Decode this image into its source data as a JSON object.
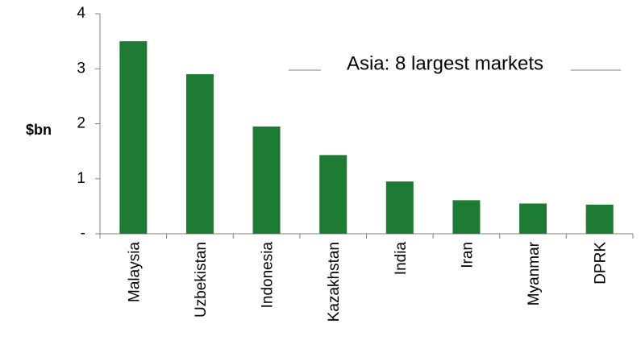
{
  "chart_data": {
    "type": "bar",
    "title": "",
    "xlabel": "",
    "ylabel": "$bn",
    "ylim": [
      0,
      4
    ],
    "yticks": [
      {
        "value": 0,
        "label": "-"
      },
      {
        "value": 1,
        "label": "1"
      },
      {
        "value": 2,
        "label": "2"
      },
      {
        "value": 3,
        "label": "3"
      },
      {
        "value": 4,
        "label": "4"
      }
    ],
    "categories": [
      "Malaysia",
      "Uzbekistan",
      "Indonesia",
      "Kazakhstan",
      "India",
      "Iran",
      "Myanmar",
      "DPRK"
    ],
    "series": [
      {
        "name": "Asia: 8 largest markets",
        "values": [
          3.5,
          2.9,
          1.95,
          1.43,
          0.95,
          0.61,
          0.55,
          0.53
        ],
        "color": "#1e7b34"
      }
    ],
    "legend_position": "top-right",
    "grid": false
  }
}
